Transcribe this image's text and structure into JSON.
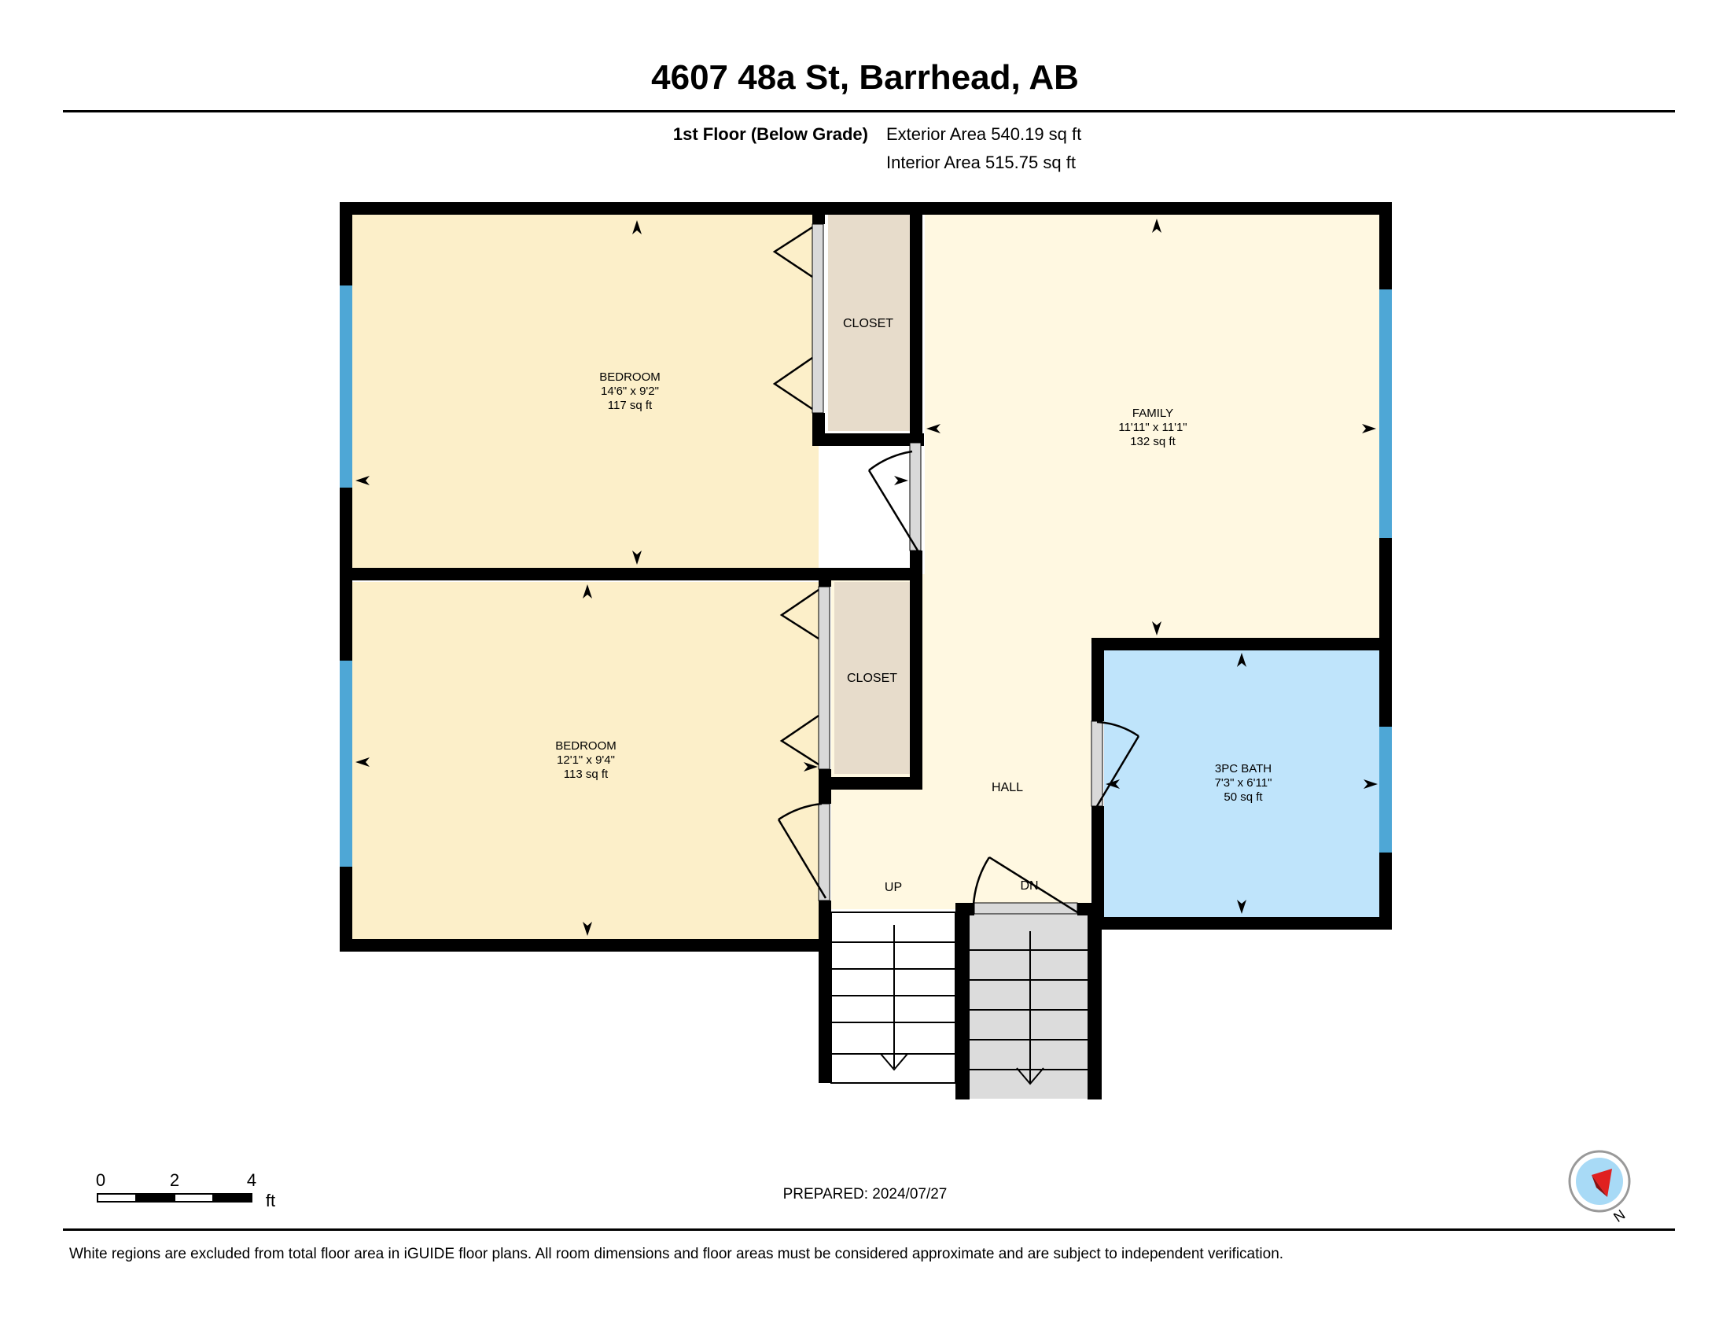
{
  "header": {
    "title": "4607 48a St, Barrhead, AB",
    "floor_name": "1st Floor (Below Grade)",
    "exterior_area": "Exterior Area 540.19 sq ft",
    "interior_area": "Interior Area 515.75 sq ft"
  },
  "rooms": {
    "bedroom_1": {
      "name": "BEDROOM",
      "dimensions": "14'6\" x 9'2\"",
      "area": "117 sq ft"
    },
    "bedroom_2": {
      "name": "BEDROOM",
      "dimensions": "12'1\" x 9'4\"",
      "area": "113 sq ft"
    },
    "family": {
      "name": "FAMILY",
      "dimensions": "11'11\" x 11'1\"",
      "area": "132 sq ft"
    },
    "bath": {
      "name": "3PC BATH",
      "dimensions": "7'3\" x 6'11\"",
      "area": "50 sq ft"
    },
    "closet_1": {
      "name": "CLOSET"
    },
    "closet_2": {
      "name": "CLOSET"
    },
    "hall": {
      "name": "HALL"
    }
  },
  "stairs": {
    "up_label": "UP",
    "down_label": "DN"
  },
  "scale_bar": {
    "ticks": [
      "0",
      "2",
      "4"
    ],
    "unit": "ft"
  },
  "compass": {
    "label": "N",
    "icon": "compass-icon"
  },
  "footer": {
    "prepared": "PREPARED: 2024/07/27",
    "disclaimer": "White regions are excluded from total floor area in iGUIDE floor plans. All room dimensions and floor areas must be considered approximate and are subject to independent verification."
  },
  "colors": {
    "bedroom": "#fcefc9",
    "family": "#fff8e1",
    "closet": "#e7dccb",
    "bath": "#bfe4fb",
    "window": "#4ea7d6",
    "wall": "#000000",
    "door_gap": "#d9d9d9",
    "stair_down": "#dcdcdc"
  }
}
